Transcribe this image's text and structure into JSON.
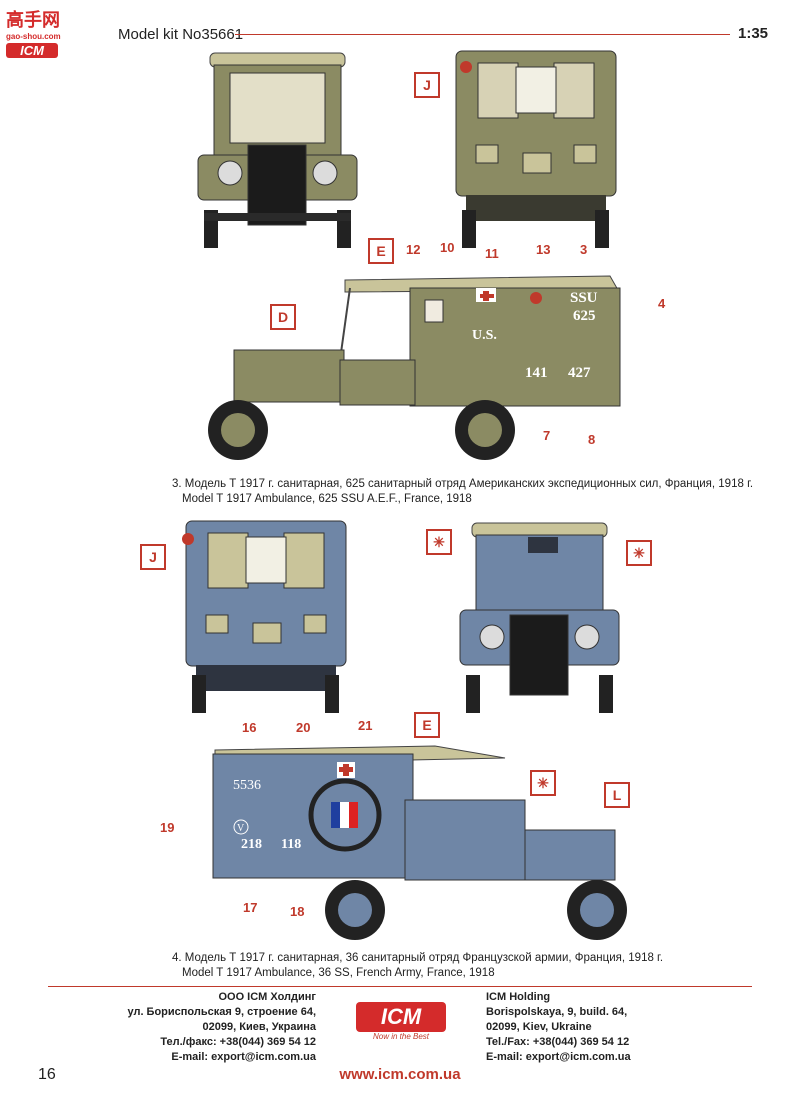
{
  "header": {
    "title": "Model kit No35661",
    "scale": "1:35"
  },
  "watermark": {
    "chars": "高手网",
    "url": "gao-shou.com"
  },
  "colors": {
    "olive": "#8b8b63",
    "blue_grey": "#6f86a6",
    "accent_red": "#c0392b",
    "canvas_top": "#c9c49a"
  },
  "figure3": {
    "callouts": [
      "J",
      "E",
      "D"
    ],
    "numbers": [
      "12",
      "10",
      "11",
      "13",
      "3",
      "4",
      "7",
      "8"
    ],
    "markings": {
      "unit": "SSU",
      "unit_number": "625",
      "us": "U.S.",
      "left_number": "141",
      "right_number": "427"
    },
    "caption_ru": "3. Модель Т 1917 г. санитарная, 625 санитарный отряд Американских экспедиционных сил, Франция, 1918 г.",
    "caption_en": "Model T 1917 Ambulance, 625 SSU A.E.F., France, 1918"
  },
  "figure4": {
    "callouts": [
      "J",
      "✳",
      "✳",
      "E",
      "✳",
      "L"
    ],
    "numbers": [
      "16",
      "20",
      "21",
      "19",
      "17",
      "18"
    ],
    "markings": {
      "unit_code": "5536",
      "left_number": "218",
      "right_number": "118",
      "circle_mark": "V"
    },
    "caption_ru": "4. Модель Т 1917 г. санитарная, 36 санитарный отряд Французской армии, Франция, 1918 г.",
    "caption_en": "Model T 1917 Ambulance, 36 SS, French Army, France, 1918"
  },
  "footer": {
    "left": {
      "line1": "ООО ICM Холдинг",
      "line2": "ул. Бориспольская 9, строение 64,",
      "line3": "02099, Киев, Украина",
      "line4": "Тел./факс: +38(044) 369 54 12",
      "line5": "E-mail: export@icm.com.ua"
    },
    "right": {
      "line1": "ICM Holding",
      "line2": "Borispolskaya, 9, build. 64,",
      "line3": "02099, Kiev, Ukraine",
      "line4": "Tel./Fax: +38(044) 369 54 12",
      "line5": "E-mail: export@icm.com.ua"
    },
    "logo": "ICM",
    "logo_tagline": "Now in the Best",
    "website": "www.icm.com.ua",
    "page_number": "16"
  }
}
